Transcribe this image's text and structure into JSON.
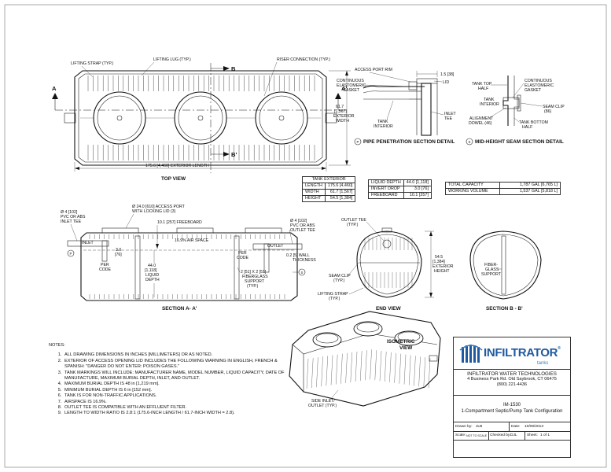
{
  "top_view": {
    "title": "TOP VIEW",
    "callouts": {
      "lifting_strap": "LIFTING STRAP (TYP.)",
      "lifting_lug": "LIFTING LUG (TYP.)",
      "riser_connection": "RISER CONNECTION (TYP.)"
    },
    "section_marks": {
      "a": "A",
      "a_prime": "A'",
      "b": "B",
      "b_prime": "B'"
    },
    "dim_width": [
      "61.7",
      "[1,567]",
      "EXTERIOR",
      "WIDTH"
    ],
    "dim_length": "175.6 [4,460] EXTERIOR LENGTH"
  },
  "pipe_detail": {
    "title": "PIPE PENETRATION SECTION DETAIL",
    "symbol": "P",
    "access_port_rim": "ACCESS PORT RIM",
    "continuous_gasket": [
      "CONTINUOUS",
      "ELASTOMERIC",
      "GASKET"
    ],
    "dim": "1.5 [38]",
    "lid": "LID",
    "inlet_tee": [
      "INLET",
      "TEE"
    ],
    "tank_interior": [
      "TANK",
      "INTERIOR"
    ]
  },
  "seam_detail": {
    "title": "MID-HEIGHT SEAM SECTION DETAIL",
    "symbol": "S",
    "tank_top_half": [
      "TANK TOP",
      "HALF"
    ],
    "continuous_gasket": [
      "CONTINUOUS",
      "ELASTOMERIC",
      "GASKET"
    ],
    "tank_interior": [
      "TANK",
      "INTERIOR"
    ],
    "seam_clip": [
      "SEAM CLIP",
      "(86)"
    ],
    "alignment_dowel": [
      "ALIGNMENT",
      "DOWEL (46)"
    ],
    "tank_bottom_half": [
      "TANK BOTTOM",
      "HALF"
    ]
  },
  "tables": {
    "tank_exterior": {
      "header": "TANK EXTERIOR",
      "rows": [
        [
          "LENGTH",
          "175.6 [4,460]"
        ],
        [
          "WIDTH",
          "61.7 [1,567]"
        ],
        [
          "HEIGHT",
          "54.5 [1,384]"
        ]
      ]
    },
    "liquid": {
      "rows": [
        [
          "LIQUID DEPTH",
          "44.0 [1,118]"
        ],
        [
          "INVERT DROP",
          "3.0 [76]"
        ],
        [
          "FREEBOARD",
          "10.1 [257]"
        ]
      ]
    },
    "capacity": {
      "rows": [
        [
          "TOTAL CAPACITY",
          "1,787 GAL [6,765 L]"
        ],
        [
          "WORKING VOLUME",
          "1,537 GAL [5,818 L]"
        ]
      ]
    }
  },
  "section_aa": {
    "title": "SECTION A- A'",
    "inlet_pipe": [
      "Ø 4 [102]",
      "PVC OR ABS",
      "INLET TEE"
    ],
    "access_port": [
      "Ø 24.0 [610] ACCESS PORT",
      "WITH LOCKING LID (3)"
    ],
    "freeboard": "10.1 [257] FREEBOARD",
    "outlet_pipe": [
      "Ø 4 [102]",
      "PVC OR ABS",
      "OUTLET TEE"
    ],
    "inlet": "INLET",
    "outlet": "OUTLET",
    "air_space": "16.9% AIR SPACE",
    "drop": [
      "3.0",
      "[76]"
    ],
    "per_code_1": [
      "PER",
      "CODE"
    ],
    "liquid_depth": [
      "44.0",
      "[1,118]",
      "LIQUID",
      "DEPTH"
    ],
    "per_code_2": [
      "PER",
      "CODE"
    ],
    "wall": [
      "0.2 [5] WALL",
      "THICKNESS"
    ],
    "support": [
      "2 [51] X 2 [51]",
      "FIBERGLASS",
      "SUPPORT",
      "(TYP.)"
    ],
    "symbol_p": "P",
    "symbol_s": "S"
  },
  "end_view": {
    "title": "END VIEW",
    "outlet_tee": [
      "OUTLET TEE",
      "(TYP.)"
    ],
    "height": [
      "54.5",
      "[1,384]",
      "EXTERIOR",
      "HEIGHT"
    ],
    "seam_clip": [
      "SEAM CLIP",
      "(TYP.)"
    ],
    "lifting_strap": [
      "LIFTING STRAP",
      "(TYP.)"
    ]
  },
  "section_bb": {
    "title": "SECTION B - B'",
    "support": [
      "FIBER-",
      "GLASS",
      "SUPPORT"
    ]
  },
  "isometric": {
    "title": [
      "ISOMETRIC",
      "VIEW"
    ],
    "side_inlet": [
      "SIDE INLET/",
      "OUTLET (TYP.)"
    ]
  },
  "notes": {
    "heading": "NOTES:",
    "items": [
      "ALL DRAWING DIMENSIONS IN INCHES [MILLIMETERS] OR AS NOTED.",
      "EXTERIOR OF ACCESS OPENING LID INCLUDES THE FOLLOWING WARNING IN ENGLISH, FRENCH & SPANISH: \"DANGER DO NOT ENTER: POISON GASES.\"",
      "TANK MARKINGS WILL INCLUDE: MANUFACTURER NAME, MODEL NUMBER, LIQUID CAPACITY, DATE OF MANUFACTURE, MAXIMUM BURIAL DEPTH, INLET, AND OUTLET.",
      "MAXIMUM BURIAL DEPTH IS 48 in [1,219 mm].",
      "MINIMUM BURIAL DEPTH IS 6 in [152 mm].",
      "TANK IS FOR NON-TRAFFIC APPLICATIONS.",
      "AIRSPACE IS 16.9%.",
      "OUTLET TEE IS COMPATIBLE WITH AN EFFLUENT FILTER.",
      "LENGTH TO WIDTH RATIO IS 2.8:1 (175.6-INCH LENGTH / 61.7-INCH WIDTH = 2.8)."
    ]
  },
  "title_block": {
    "logo_name": "INFILTRATOR",
    "logo_tm": "®",
    "logo_sub": "tanks",
    "company": "INFILTRATOR WATER TECHNOLOGIES",
    "address": "4 Business Park Rd. Old Saybrook, CT 06475",
    "phone": "(800) 221-4436",
    "drawing_number": "IM-1530",
    "drawing_title": "1-Compartment Septic/Pump Tank Configuration",
    "drawn_by_label": "Drawn by:",
    "drawn_by": "JLB",
    "date_label": "Date:",
    "date": "10/09/2013",
    "scale_label": "Scale:",
    "scale": "NOT TO SCALE",
    "checked_label": "Checked by:",
    "checked_by": "DJL",
    "sheet_label": "Sheet:",
    "sheet": "1 of 1"
  }
}
